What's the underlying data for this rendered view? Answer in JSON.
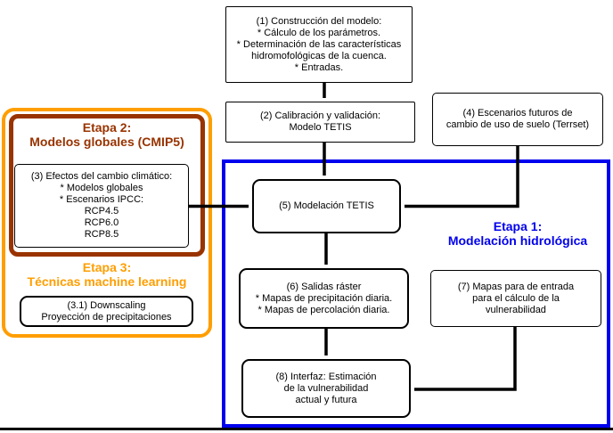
{
  "colors": {
    "stage1_blue": "#0000EE",
    "stage2_brown": "#993300",
    "stage3_orange": "#FF9E00",
    "node_border": "#000000",
    "arrow": "#000000",
    "background": "#FFFFFF"
  },
  "stages": {
    "etapa1": {
      "label": "Etapa 1:\nModelación hidrológica"
    },
    "etapa2": {
      "label": "Etapa 2:\nModelos globales (CMIP5)"
    },
    "etapa3": {
      "label": "Etapa 3:\nTécnicas machine learning"
    }
  },
  "nodes": {
    "n1": {
      "text": "(1) Construcción del modelo:\n* Cálculo de los parámetros.\n* Determinación de las características\nhidromofológicas de la cuenca.\n* Entradas."
    },
    "n2": {
      "text": "(2) Calibración y validación:\nModelo TETIS"
    },
    "n3": {
      "text": "(3) Efectos del cambio climático:\n* Modelos globales\n* Escenarios IPCC:\nRCP4.5\nRCP6.0\nRCP8.5"
    },
    "n31": {
      "text": "(3.1) Downscaling\nProyección de precipitaciones"
    },
    "n4": {
      "text": "(4) Escenarios futuros de\ncambio de uso de suelo (Terrset)"
    },
    "n5": {
      "text": "(5) Modelación TETIS"
    },
    "n6": {
      "text": "(6) Salidas ráster\n* Mapas de precipitación diaria.\n* Mapas de percolación diaria."
    },
    "n7": {
      "text": "(7) Mapas para de entrada\npara el cálculo de la\nvulnerabilidad"
    },
    "n8": {
      "text": "(8) Interfaz: Estimación\nde la vulnerabilidad\nactual y futura"
    }
  },
  "edges": [
    {
      "from": "1",
      "to": "2"
    },
    {
      "from": "2",
      "to": "5"
    },
    {
      "from": "3",
      "to": "5"
    },
    {
      "from": "4",
      "to": "5"
    },
    {
      "from": "5",
      "to": "6"
    },
    {
      "from": "6",
      "to": "8"
    },
    {
      "from": "7",
      "to": "8"
    }
  ]
}
